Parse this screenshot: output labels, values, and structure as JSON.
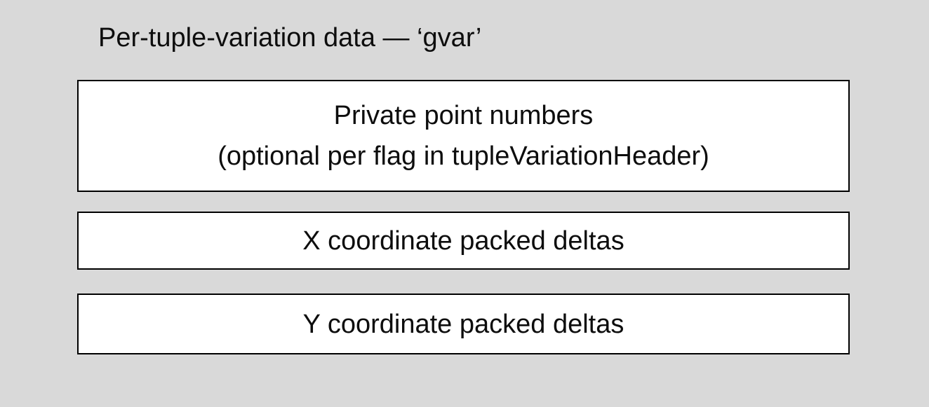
{
  "title": "Per-tuple-variation data — ‘gvar’",
  "colors": {
    "background": "#d9d9d9",
    "box_fill": "#ffffff",
    "box_border": "#000000",
    "text": "#0d0d0d"
  },
  "boxes": [
    {
      "name": "private-point-numbers",
      "lines": [
        "Private point numbers",
        "(optional per flag in tupleVariationHeader)"
      ]
    },
    {
      "name": "x-coordinate-packed-deltas",
      "lines": [
        "X coordinate packed deltas"
      ]
    },
    {
      "name": "y-coordinate-packed-deltas",
      "lines": [
        "Y coordinate packed deltas"
      ]
    }
  ]
}
